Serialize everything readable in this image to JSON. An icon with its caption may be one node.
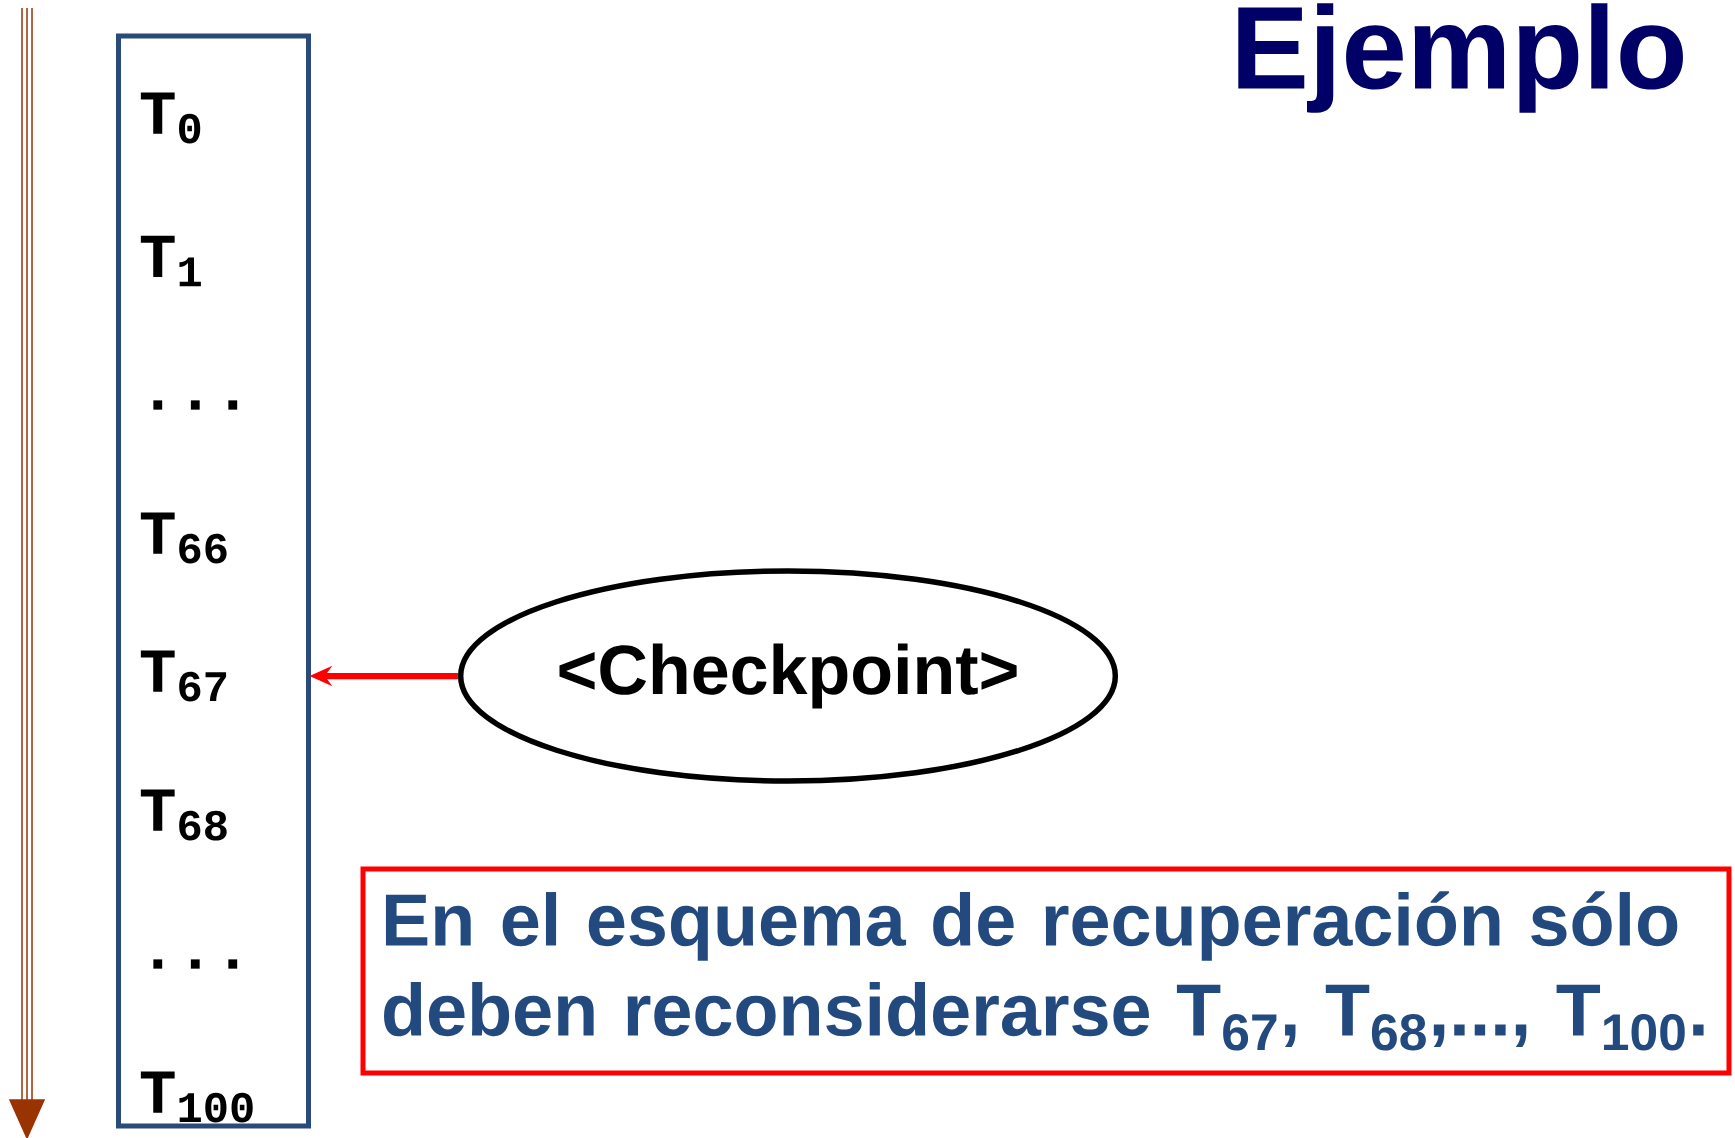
{
  "diagram": {
    "title": "Ejemplo",
    "nodes": [
      {
        "text": [],
        "shape": "box"
      },
      {
        "text": [
          "T$_{0}$"
        ],
        "in": 0
      },
      {
        "text": [
          "T$_{1}$"
        ],
        "in": 0
      },
      {
        "text": [
          "..."
        ],
        "in": 0
      },
      {
        "text": [
          "T$_{66}$"
        ],
        "in": 0
      },
      {
        "text": [
          "T$_{67}$"
        ],
        "in": 0
      },
      {
        "text": [
          "T$_{68}$"
        ],
        "in": 0
      },
      {
        "text": [
          "..."
        ],
        "in": 0
      },
      {
        "text": [
          "T$_{100}$"
        ],
        "in": 0
      },
      {
        "text": [
          "<Checkpoint>"
        ]
      },
      {
        "text": [
          "En el esquema de recuperación sólo deben reconsiderarse T$_{67}$, T$_{68}$,..., T$_{100}$."
        ]
      }
    ],
    "edges": [
      {
        "from": 9,
        "to": 5,
        "arrow": "to",
        "color": "#ff0000"
      }
    ]
  }
}
